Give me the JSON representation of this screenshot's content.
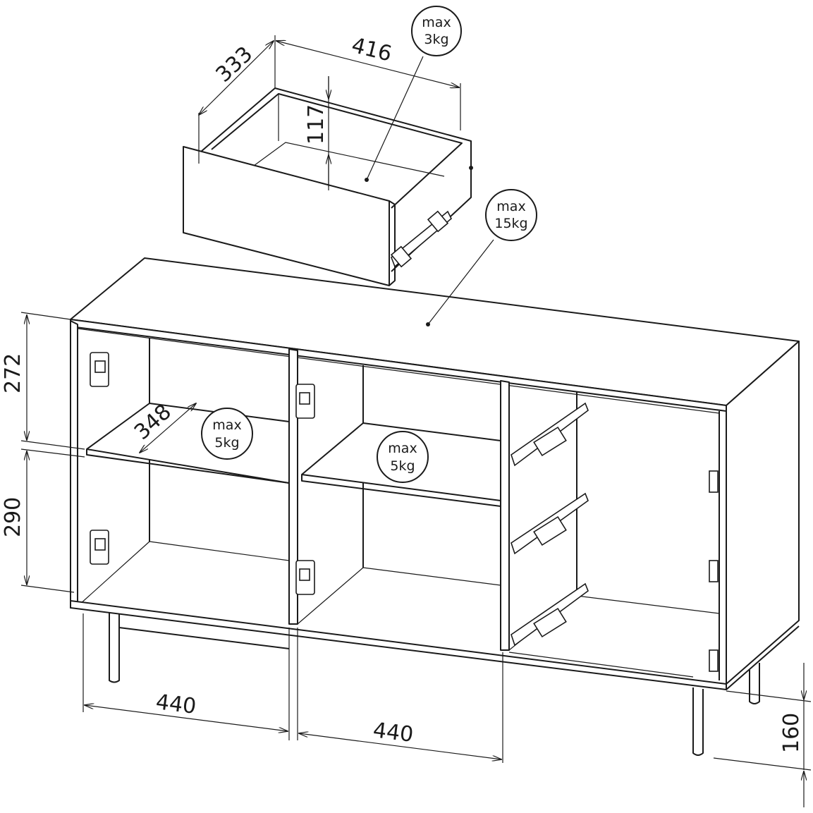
{
  "title": "Sideboard dimensions and load capacity diagram",
  "dimensions": {
    "drawer_depth": "333",
    "drawer_width": "416",
    "drawer_height": "117",
    "upper_compartment_height": "272",
    "shelf_depth": "348",
    "lower_compartment_height": "290",
    "left_compartment_width": "440",
    "middle_compartment_width": "440",
    "leg_height": "160"
  },
  "loads": {
    "drawer": {
      "line1": "max",
      "line2": "3kg"
    },
    "top": {
      "line1": "max",
      "line2": "15kg"
    },
    "shelf_left": {
      "line1": "max",
      "line2": "5kg"
    },
    "shelf_middle": {
      "line1": "max",
      "line2": "5kg"
    }
  }
}
